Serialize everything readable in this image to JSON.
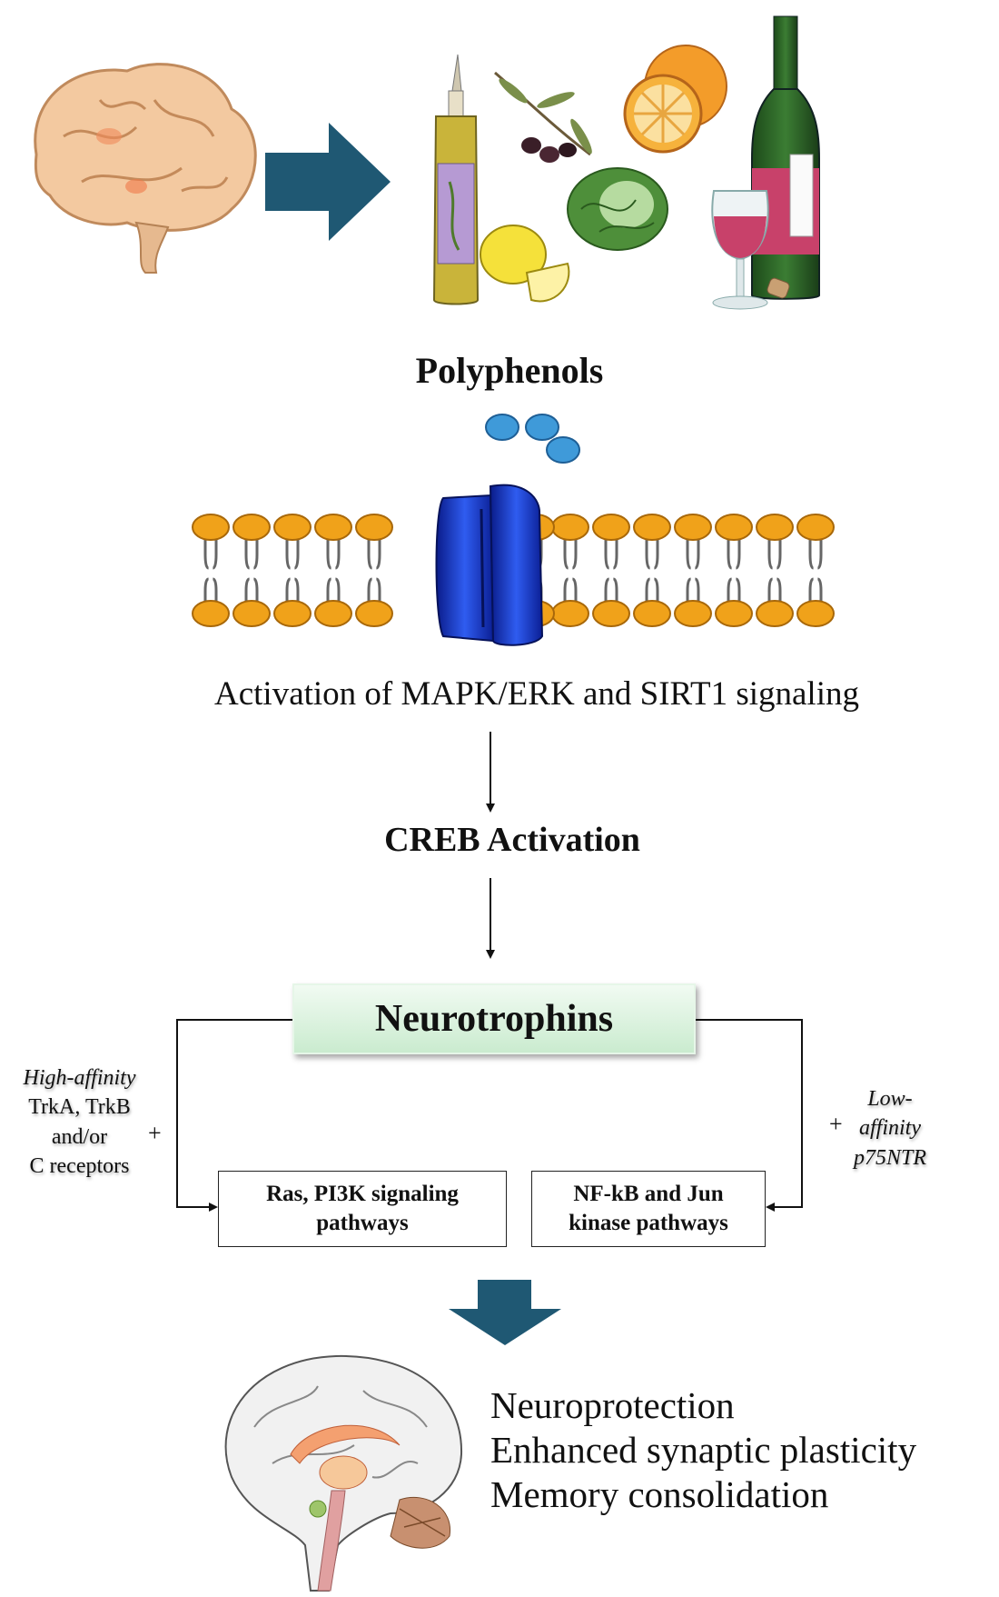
{
  "header": {
    "polyphenols_label": "Polyphenols"
  },
  "membrane": {
    "signaling_label": "Activation of MAPK/ERK and SIRT1 signaling"
  },
  "creb": {
    "label": "CREB Activation"
  },
  "neurotrophins": {
    "label": "Neurotrophins"
  },
  "left_branch": {
    "line1": "High-affinity",
    "line2": "TrkA, TrkB",
    "line3": "and/or",
    "line4": "C receptors",
    "plus": "+"
  },
  "right_branch": {
    "line1": "Low-",
    "line2": "affinity",
    "line3": "p75NTR",
    "plus": "+"
  },
  "boxes": {
    "ras": "Ras, PI3K signaling\npathways",
    "nfkb": "NF-kB and Jun\nkinase pathways"
  },
  "outcomes": {
    "items": [
      "Neuroprotection",
      "Enhanced synaptic plasticity",
      "Memory consolidation"
    ]
  },
  "colors": {
    "arrow": "#1f5873",
    "lipid_head": "#f0a21a",
    "channel": "#1a3fcf",
    "polyphenol_bead": "#3f9ad9",
    "neurotrophins_box": "#c9ebce"
  },
  "icons": [
    "brain-icon",
    "olive-oil-icon",
    "olive-branch-icon",
    "orange-icon",
    "wine-bottle-icon",
    "wine-glass-icon",
    "lemon-icon",
    "cabbage-icon",
    "brain-sagittal-icon"
  ]
}
